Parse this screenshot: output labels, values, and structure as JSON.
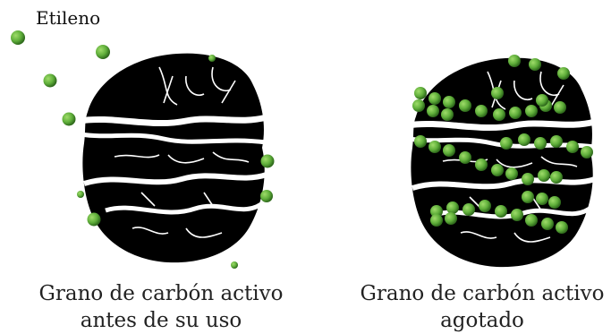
{
  "labels": {
    "ethylene": "Etileno"
  },
  "captions": {
    "before": {
      "line1": "Grano de carbón activo",
      "line2": "antes de su uso"
    },
    "spent": {
      "line1": "Grano de carbón activo",
      "line2": "agotado"
    }
  },
  "colors": {
    "grain": "#000000",
    "crack": "#ffffff",
    "molecule": "#5fae3a",
    "molecule_edge": "#2f6a1c"
  }
}
